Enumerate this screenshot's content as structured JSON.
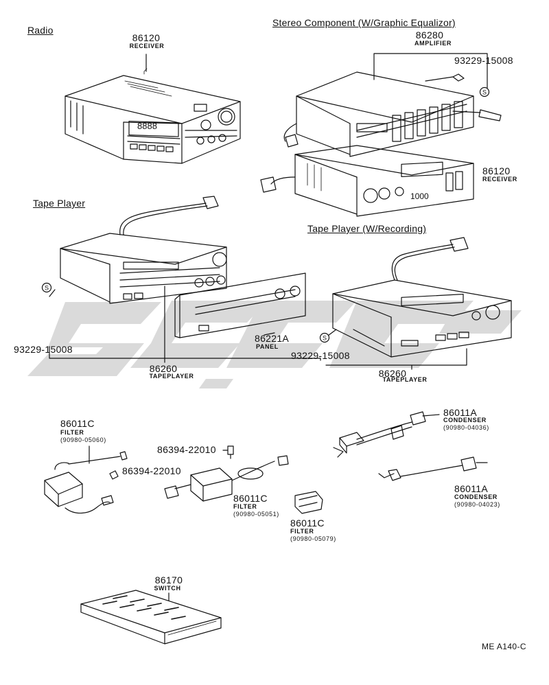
{
  "sections": {
    "radio": "Radio",
    "stereo": "Stereo Component (W/Graphic Equalizor)",
    "tape_player": "Tape Player",
    "tape_player_rec": "Tape Player (W/Recording)"
  },
  "parts": {
    "receiver_radio": {
      "number": "86120",
      "name": "RECEIVER"
    },
    "amplifier": {
      "number": "86280",
      "name": "AMPLIFIER"
    },
    "screw_stereo": {
      "number": "93229-15008"
    },
    "receiver_stereo": {
      "number": "86120",
      "name": "RECEIVER"
    },
    "screw_tape": {
      "number": "93229-15008"
    },
    "panel": {
      "number": "86221A",
      "name": "PANEL"
    },
    "tapeplayer": {
      "number": "86260",
      "name": "TAPEPLAYER"
    },
    "screw_tape_rec": {
      "number": "93229-15008"
    },
    "tapeplayer_rec": {
      "number": "86260",
      "name": "TAPEPLAYER"
    },
    "filter_a": {
      "number": "86011C",
      "name": "FILTER",
      "sub": "(90980-05060)"
    },
    "screw_filter_1": {
      "number": "86394-22010"
    },
    "screw_filter_2": {
      "number": "86394-22010"
    },
    "filter_b": {
      "number": "86011C",
      "name": "FILTER",
      "sub": "(90980-05051)"
    },
    "filter_c": {
      "number": "86011C",
      "name": "FILTER",
      "sub": "(90980-05079)"
    },
    "condenser_a": {
      "number": "86011A",
      "name": "CONDENSER",
      "sub": "(90980-04036)"
    },
    "condenser_b": {
      "number": "86011A",
      "name": "CONDENSER",
      "sub": "(90980-04023)"
    },
    "switch": {
      "number": "86170",
      "name": "SWITCH"
    }
  },
  "drawing_ref": "ME A140-C",
  "icons": {
    "screw_symbol": "circled-s-icon"
  },
  "digits": {
    "radio_display": "8888",
    "stereo_display": "1000"
  },
  "colors": {
    "line": "#111111",
    "watermark": "#d4d4d4",
    "background": "#ffffff"
  }
}
